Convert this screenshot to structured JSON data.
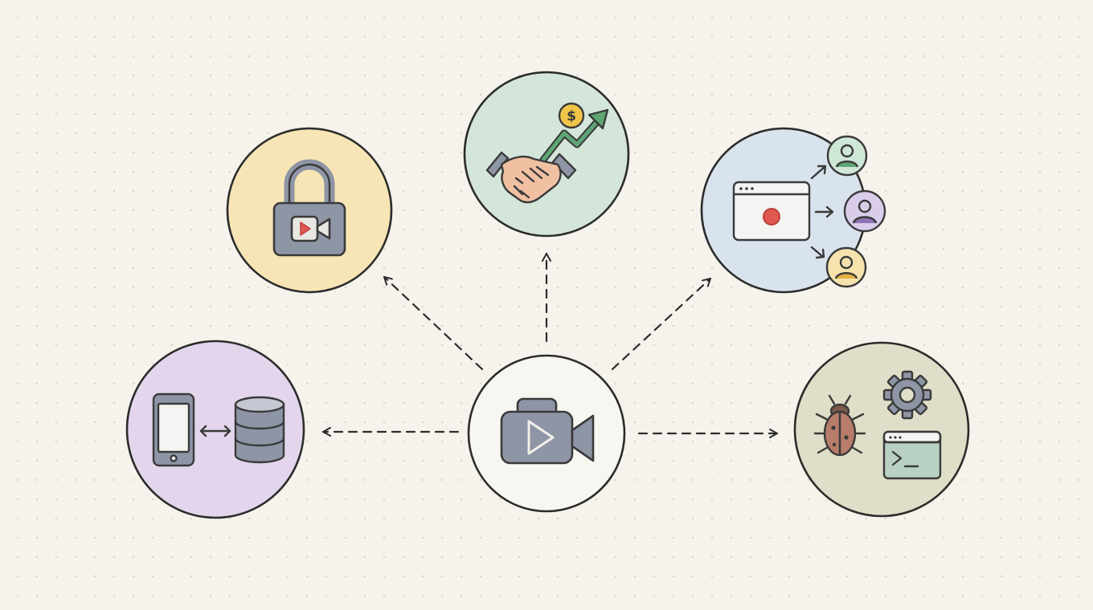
{
  "diagram": {
    "hub": {
      "icon": "video-camera-icon"
    },
    "nodes": [
      {
        "id": "lock",
        "icon": "lock-video-icon",
        "fill": "#f8e5b5"
      },
      {
        "id": "deal",
        "icon": "handshake-growth-icon",
        "fill": "#d4e6da"
      },
      {
        "id": "share",
        "icon": "screen-record-share-icon",
        "fill": "#d9e3ee"
      },
      {
        "id": "sync",
        "icon": "phone-database-sync-icon",
        "fill": "#e3d6ec"
      },
      {
        "id": "debug",
        "icon": "bug-gear-terminal-icon",
        "fill": "#dfdec8"
      }
    ],
    "colors": {
      "background": "#f6f3ec",
      "ink": "#2c2c2c",
      "icon_gray": "#8e95a5",
      "accent_red": "#e0574f",
      "accent_green": "#5ea673",
      "accent_gold": "#f0c448"
    }
  }
}
